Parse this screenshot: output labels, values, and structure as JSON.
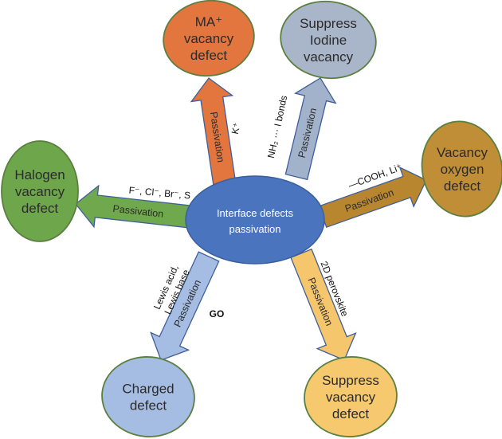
{
  "hub": {
    "line1": "Interface defects",
    "line2": "passivation",
    "color": "#4a74bd"
  },
  "branches": [
    {
      "id": "ma",
      "node_lines": [
        "MA⁺",
        "vacancy",
        "defect"
      ],
      "arrow_label": "Passivation",
      "agent_lines": [
        "K⁺"
      ],
      "fill": "#e3763f",
      "arrow_fill": "#e3763f"
    },
    {
      "id": "iodine",
      "node_lines": [
        "Suppress",
        "Iodine",
        "vacancy"
      ],
      "arrow_label": "Passivation",
      "agent_lines": [
        "NH₂ ··· I bonds"
      ],
      "fill": "#a9b5c9",
      "arrow_fill": "#a3b2cb"
    },
    {
      "id": "oxygen",
      "node_lines": [
        "Vacancy",
        "oxygen",
        "defect"
      ],
      "arrow_label": "Passivation",
      "agent_lines": [
        "—COOH, Li⁺"
      ],
      "fill": "#c08e36",
      "arrow_fill": "#b8862f"
    },
    {
      "id": "halogen",
      "node_lines": [
        "Halogen",
        "vacancy",
        "defect"
      ],
      "arrow_label": "Passivation",
      "agent_lines": [
        "F⁻, Cl⁻, Br⁻, S"
      ],
      "fill": "#6ea64c",
      "arrow_fill": "#70a84d"
    },
    {
      "id": "charged",
      "node_lines": [
        "Charged",
        "defect"
      ],
      "arrow_label": "Passivation",
      "agent_lines": [
        "Lewis acid,",
        "Lewis base"
      ],
      "agent2": "GO",
      "fill": "#a5bde2",
      "arrow_fill": "#a5bde2"
    },
    {
      "id": "vacancy",
      "node_lines": [
        "Suppress",
        "vacancy",
        "defect"
      ],
      "arrow_label": "Passivation",
      "agent_lines": [
        "2D perovskite"
      ],
      "fill": "#f7c96e",
      "arrow_fill": "#f6c66c"
    }
  ],
  "colors": {
    "node_stroke": "#5b7f3f",
    "arrow_stroke": "#3f5f9a"
  }
}
